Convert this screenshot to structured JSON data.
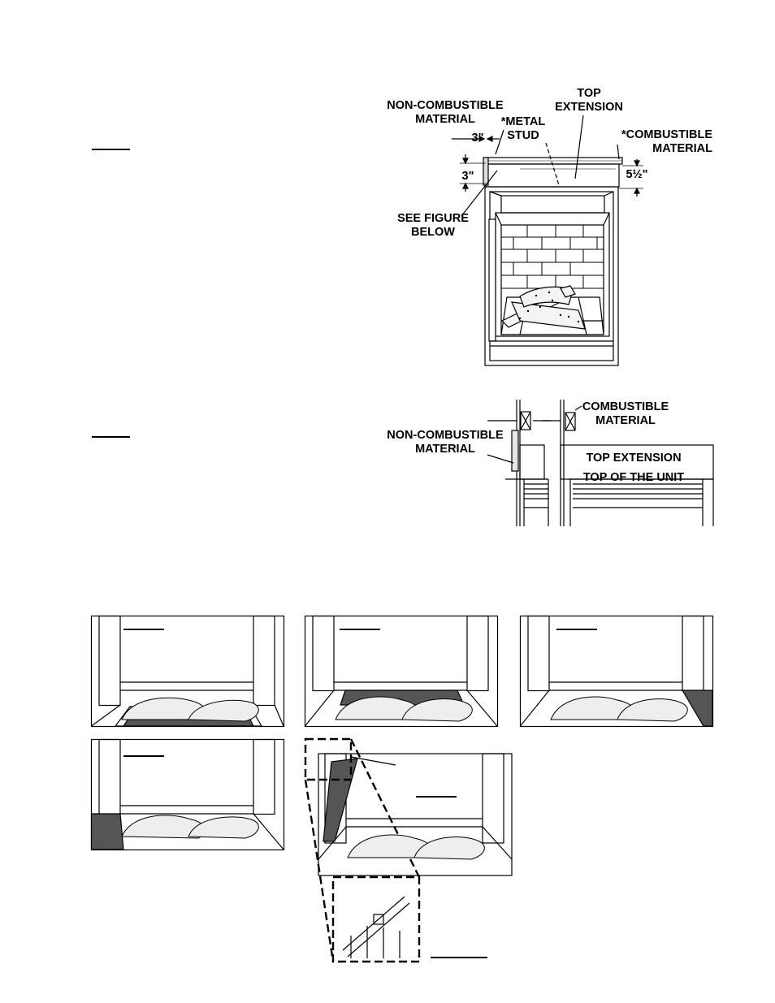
{
  "figure_top": {
    "labels": {
      "non_combustible_material": "NON-COMBUSTIBLE\nMATERIAL",
      "metal_stud": "*METAL\nSTUD",
      "top_extension": "TOP\nEXTENSION",
      "combustible_material": "*COMBUSTIBLE\nMATERIAL",
      "see_figure_below": "SEE FIGURE\nBELOW"
    },
    "dimensions": {
      "left_horizontal": "3\"",
      "left_vertical": "3\"",
      "right_vertical": "5½\""
    }
  },
  "figure_detail": {
    "labels": {
      "combustible_material": "COMBUSTIBLE\nMATERIAL",
      "non_combustible_material": "NON-COMBUSTIBLE\nMATERIAL",
      "top_extension": "TOP EXTENSION",
      "top_of_the_unit": "TOP OF THE UNIT"
    }
  },
  "log_panels": [
    {
      "id": "panel-1",
      "floor": "dark-center"
    },
    {
      "id": "panel-2",
      "floor": "dark-strip"
    },
    {
      "id": "panel-3",
      "floor": "dark-right"
    },
    {
      "id": "panel-4",
      "floor": "dark-left"
    },
    {
      "id": "panel-5",
      "floor": "light"
    }
  ]
}
